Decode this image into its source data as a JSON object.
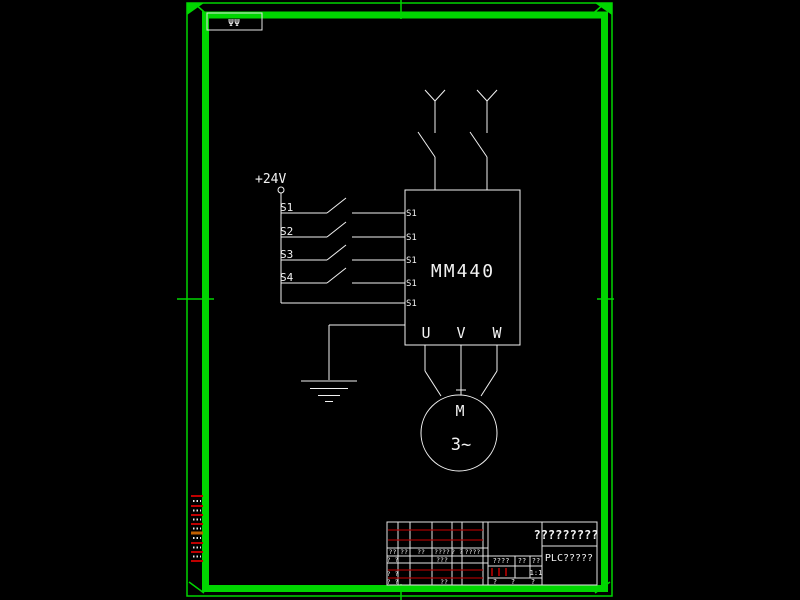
{
  "frame": {
    "corner_label": "ΨΨ"
  },
  "schematic": {
    "supply_label": "+24V",
    "switch_labels": [
      "S1",
      "S2",
      "S3",
      "S4"
    ],
    "drive_name": "MM440",
    "drive_inputs": [
      "S1",
      "S1",
      "S1",
      "S1",
      "S1"
    ],
    "drive_outputs": [
      "U",
      "V",
      "W"
    ],
    "motor_label": "M",
    "motor_phase": "3~"
  },
  "title_block": {
    "project_title": "?????????",
    "drawing_name": "PLC?????",
    "scale": "1:1",
    "left_header": [
      "??",
      "??",
      "??",
      "????",
      "? ?",
      "????"
    ],
    "row2_col1": "? ?",
    "row2_col4": "???",
    "row3_col1": "? ?",
    "row4_col1": "? ?",
    "row4_col4": "??",
    "mid_row1": [
      "????",
      "??",
      "??"
    ],
    "mid_bottom": [
      "?",
      "?",
      "?"
    ]
  },
  "colors": {
    "background": "#000000",
    "frame_green": "#00d600",
    "line_white": "#f2f2f2",
    "table_red": "#a40000",
    "strip_red": "#c00000",
    "strip_orange": "#c06000"
  }
}
